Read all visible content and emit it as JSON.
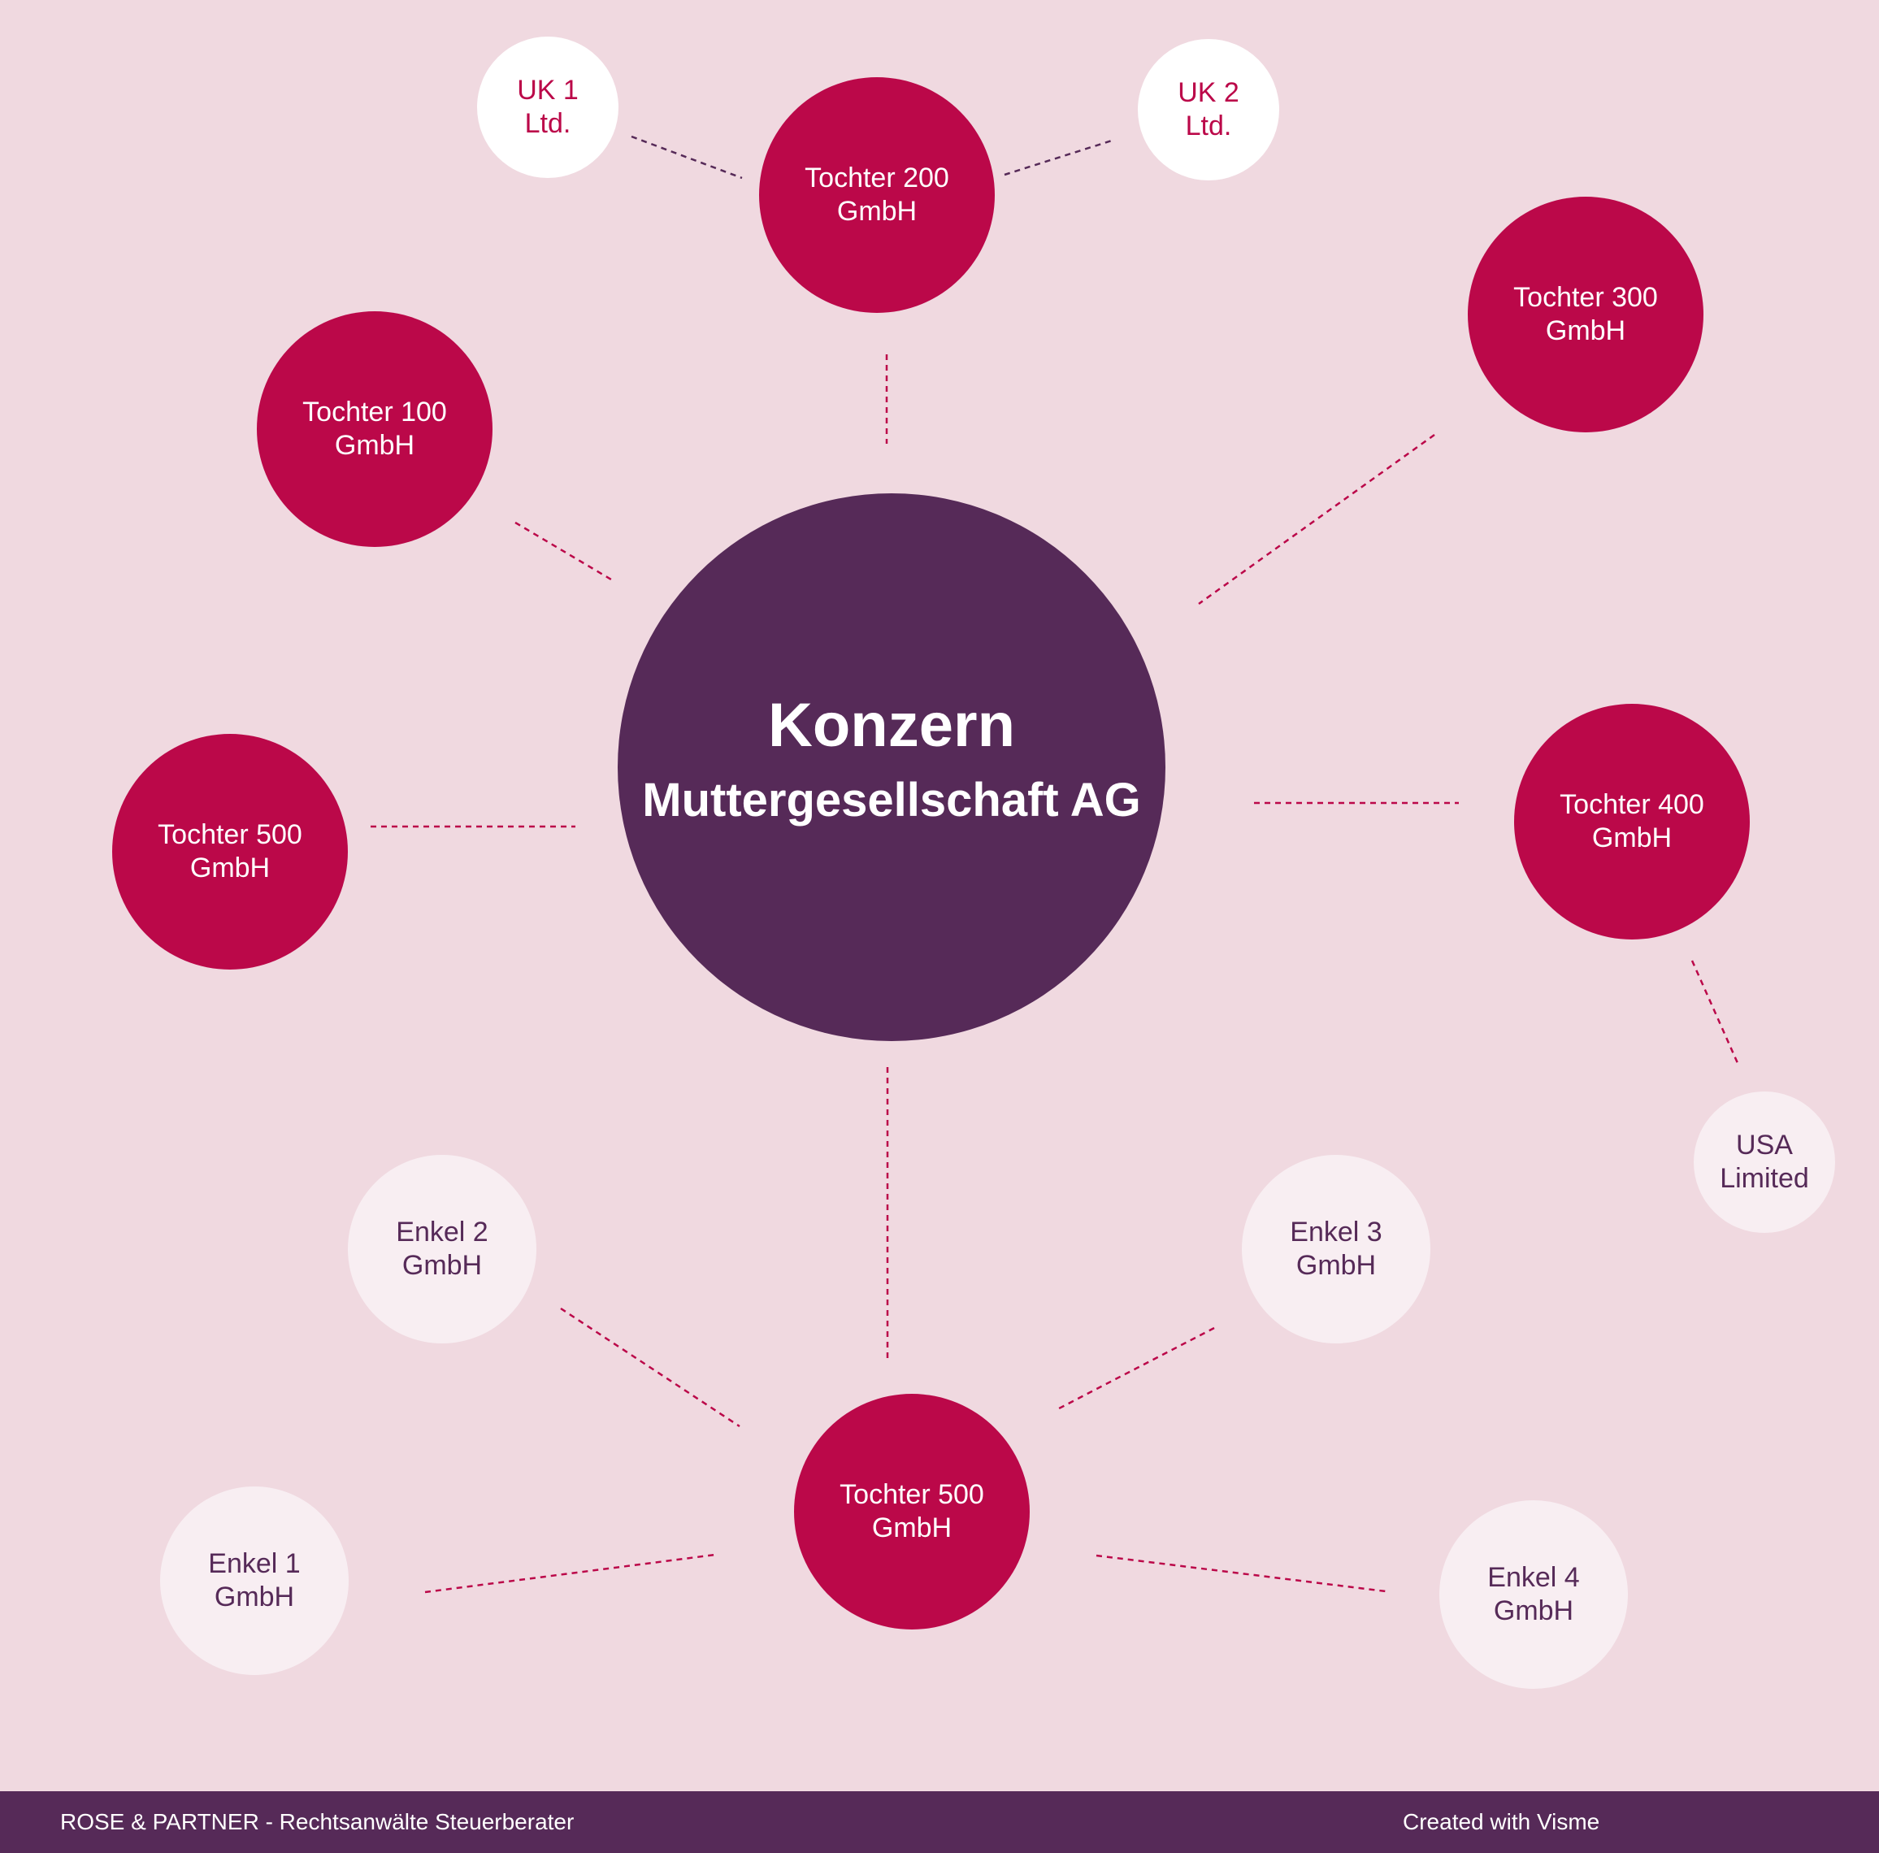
{
  "colors": {
    "background": "#f0d9e0",
    "center": "#562a58",
    "tochter": "#bb0849",
    "foreign": "#ffffff",
    "enkel": "#f8eef2",
    "connector": "#bb0849",
    "foreign_connector": "#562a58"
  },
  "center": {
    "line1": "Konzern",
    "line2": "Muttergesellschaft AG"
  },
  "tochter": {
    "t100": {
      "line1": "Tochter 100",
      "line2": "GmbH"
    },
    "t200": {
      "line1": "Tochter 200",
      "line2": "GmbH"
    },
    "t300": {
      "line1": "Tochter 300",
      "line2": "GmbH"
    },
    "t400": {
      "line1": "Tochter 400",
      "line2": "GmbH"
    },
    "t500_left": {
      "line1": "Tochter 500",
      "line2": "GmbH"
    },
    "t500_bottom": {
      "line1": "Tochter 500",
      "line2": "GmbH"
    }
  },
  "foreign": {
    "uk1": {
      "line1": "UK 1",
      "line2": "Ltd."
    },
    "uk2": {
      "line1": "UK 2",
      "line2": "Ltd."
    },
    "usa": {
      "line1": "USA",
      "line2": "Limited"
    }
  },
  "enkel": {
    "e1": {
      "line1": "Enkel 1",
      "line2": "GmbH"
    },
    "e2": {
      "line1": "Enkel 2",
      "line2": "GmbH"
    },
    "e3": {
      "line1": "Enkel 3",
      "line2": "GmbH"
    },
    "e4": {
      "line1": "Enkel 4",
      "line2": "GmbH"
    }
  },
  "footer": {
    "left": "ROSE & PARTNER - Rechtsanwälte Steuerberater",
    "right": "Created with Visme"
  }
}
